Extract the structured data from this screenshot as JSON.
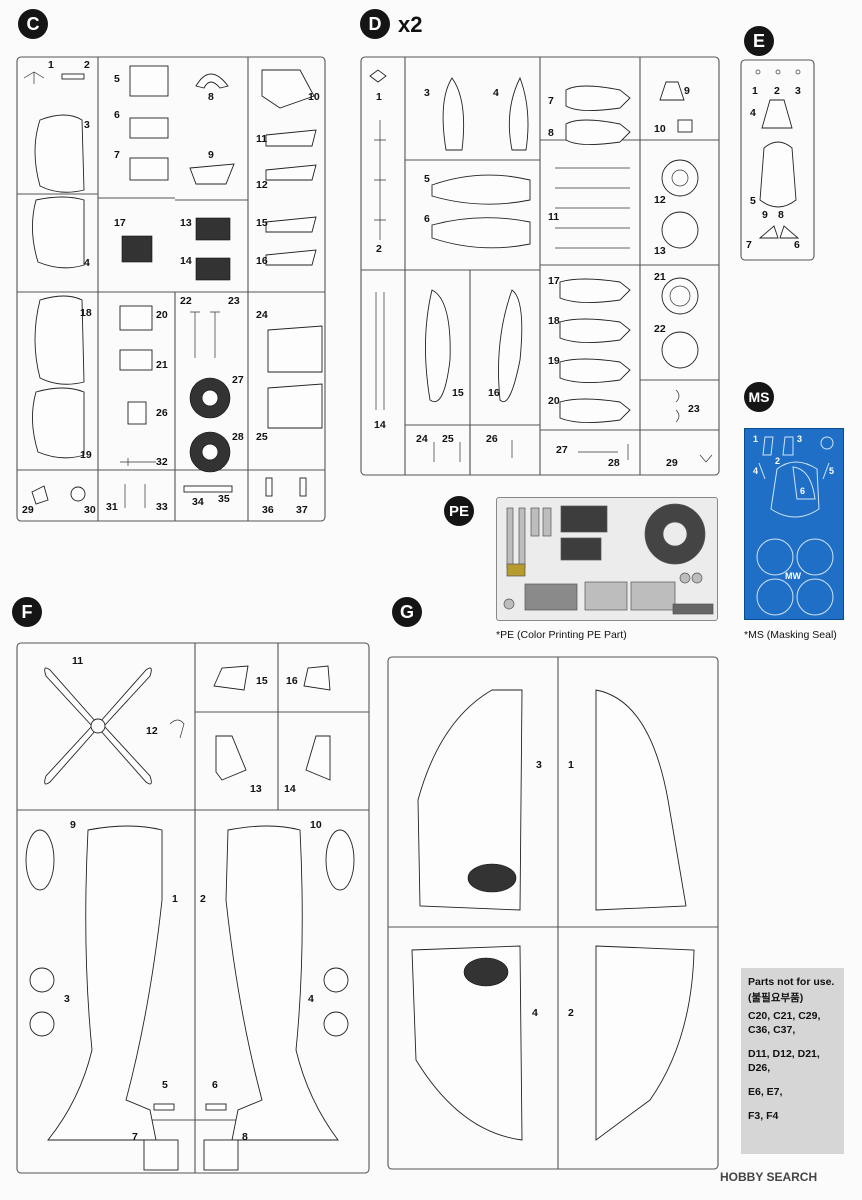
{
  "sections": {
    "C": {
      "badge": "C"
    },
    "D": {
      "badge": "D",
      "multiplier": "x2"
    },
    "E": {
      "badge": "E"
    },
    "MS": {
      "badge": "MS"
    },
    "PE": {
      "badge": "PE"
    },
    "F": {
      "badge": "F"
    },
    "G": {
      "badge": "G"
    }
  },
  "captions": {
    "pe": "*PE (Color Printing PE Part)",
    "ms": "*MS (Masking Seal)"
  },
  "parts_not_for_use": {
    "title": "Parts not for use.",
    "subtitle": "(불필요부품)",
    "lines": [
      "C20, C21, C29,",
      "C36, C37,",
      "D11, D12, D21,",
      "D26,",
      "E6, E7,",
      "F3, F4"
    ]
  },
  "watermark": "HOBBY SEARCH",
  "labels": {
    "C": [
      "1",
      "2",
      "3",
      "4",
      "5",
      "6",
      "7",
      "8",
      "9",
      "10",
      "11",
      "12",
      "13",
      "14",
      "15",
      "16",
      "17",
      "18",
      "19",
      "20",
      "21",
      "22",
      "23",
      "24",
      "25",
      "26",
      "27",
      "28",
      "29",
      "30",
      "31",
      "32",
      "33",
      "34",
      "35",
      "36",
      "37"
    ],
    "D": [
      "1",
      "2",
      "3",
      "4",
      "5",
      "6",
      "7",
      "8",
      "9",
      "10",
      "11",
      "12",
      "13",
      "14",
      "15",
      "16",
      "17",
      "18",
      "19",
      "20",
      "21",
      "22",
      "23",
      "24",
      "25",
      "26",
      "27",
      "28",
      "29"
    ],
    "E": [
      "1",
      "2",
      "3",
      "4",
      "5",
      "6",
      "7",
      "8",
      "9"
    ],
    "F": [
      "1",
      "2",
      "3",
      "4",
      "5",
      "6",
      "7",
      "8",
      "9",
      "10",
      "11",
      "12",
      "13",
      "14",
      "15",
      "16"
    ],
    "G": [
      "1",
      "2",
      "3",
      "4"
    ],
    "MS": [
      "1",
      "2",
      "3",
      "4",
      "5",
      "6",
      "MW"
    ]
  }
}
